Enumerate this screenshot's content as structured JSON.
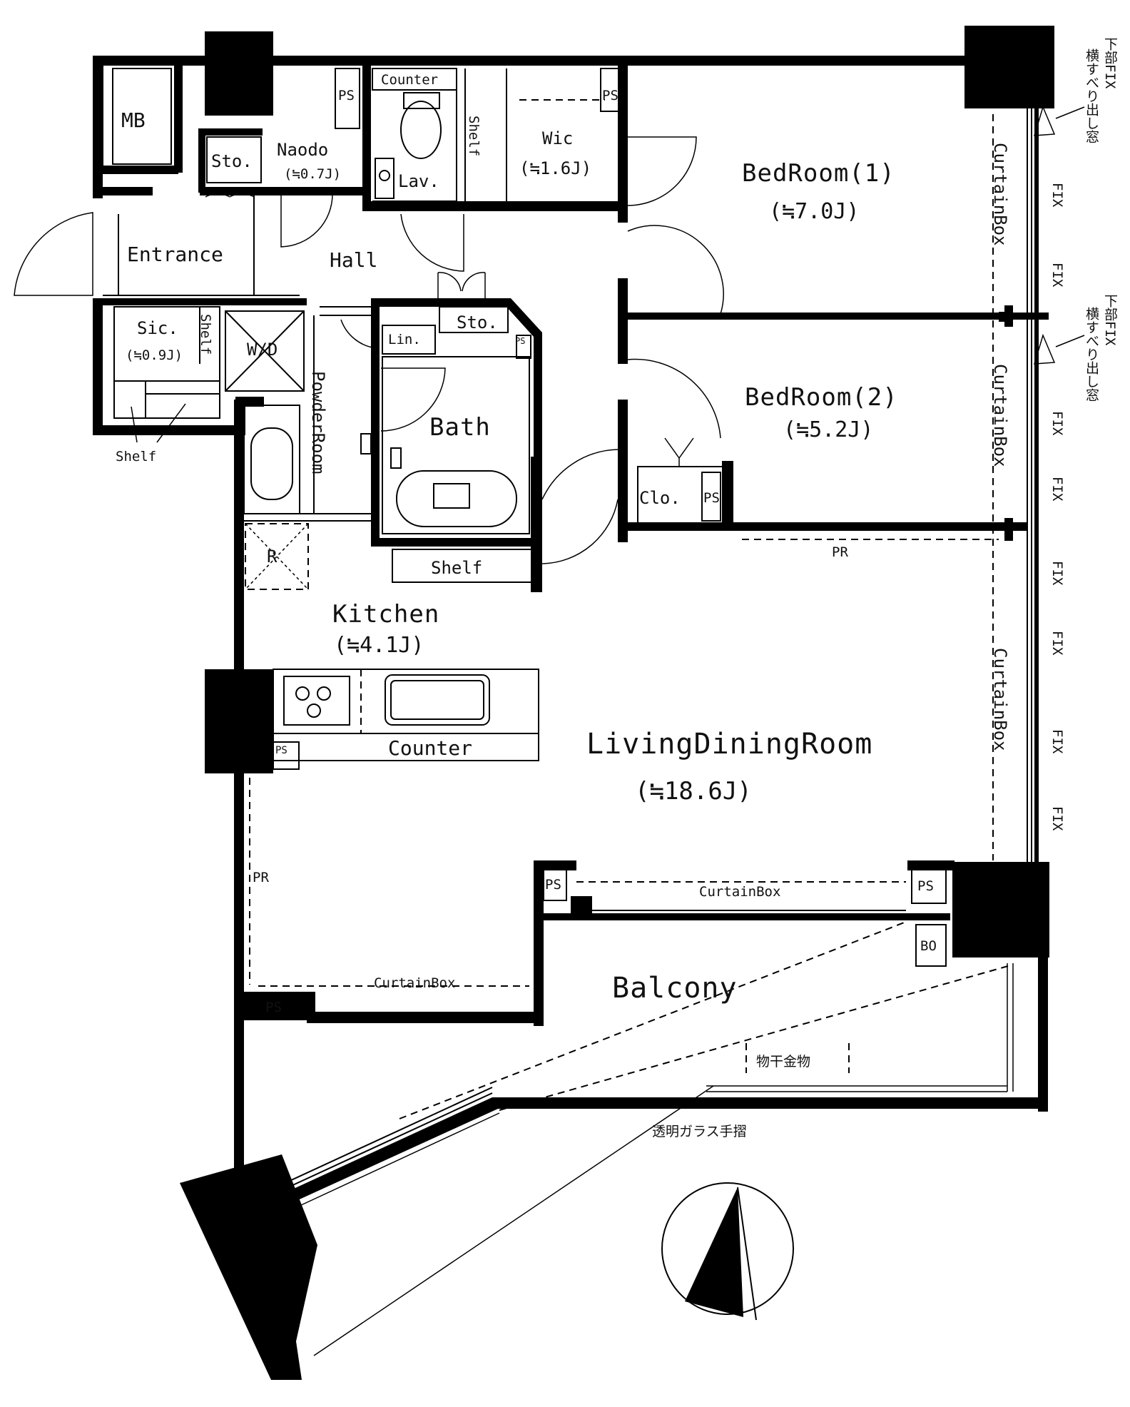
{
  "labels": {
    "mb": "MB",
    "sto_top": "Sto.",
    "naodo": "Naodo",
    "naodo_area": "(≒0.7J)",
    "ps_1": "PS",
    "counter_top": "Counter",
    "lav": "Lav.",
    "shelf_wic": "Shelf",
    "wic": "Wic",
    "wic_area": "(≒1.6J)",
    "ps_2": "PS",
    "bedroom1": "BedRoom(1)",
    "bedroom1_area": "(≒7.0J)",
    "entrance": "Entrance",
    "hall": "Hall",
    "sic": "Sic.",
    "sic_area": "(≒0.9J)",
    "shelf_sic": "Shelf",
    "wd": "W/D",
    "shelf_bottom_left": "Shelf",
    "powder_room": "PowderRoom",
    "lin": "Lin.",
    "sto_bath": "Sto.",
    "ps_bath": "PS",
    "bath": "Bath",
    "shelf_bath": "Shelf",
    "bedroom2": "BedRoom(2)",
    "bedroom2_area": "(≒5.2J)",
    "clo": "Clo.",
    "ps_clo": "PS",
    "pr_top": "PR",
    "r": "R",
    "kitchen": "Kitchen",
    "kitchen_area": "(≒4.1J)",
    "ps_kitchen": "PS",
    "counter_kitchen": "Counter",
    "ldr": "LivingDiningRoom",
    "ldr_area": "(≒18.6J)",
    "pr_left": "PR",
    "ps_ldr": "PS",
    "curtain_box_ldr": "CurtainBox",
    "ps_right": "PS",
    "bo": "BO",
    "curtain_box_left": "CurtainBox",
    "ps_bottom": "PS",
    "balcony": "Balcony",
    "clothes_hanger": "物干金物",
    "glass_railing": "透明ガラス手摺",
    "curtain_box_v1": "CurtainBox",
    "curtain_box_v2": "CurtainBox",
    "curtain_box_v3": "CurtainBox",
    "lower_fix_1": "下部FIX",
    "slide_window_1": "横すべり出し窓",
    "lower_fix_2": "下部FIX",
    "slide_window_2": "横すべり出し窓",
    "fix_1": "FIX",
    "fix_2": "FIX",
    "fix_3": "FIX",
    "fix_4": "FIX",
    "fix_5": "FIX",
    "fix_6": "FIX",
    "fix_7": "FIX",
    "fix_8": "FIX"
  },
  "colors": {
    "ink": "#000000",
    "paper": "#ffffff"
  },
  "icons": [
    "north-arrow-icon",
    "toilet-icon",
    "stove-icon",
    "sink-icon",
    "bathtub-icon",
    "washbasin-icon"
  ]
}
